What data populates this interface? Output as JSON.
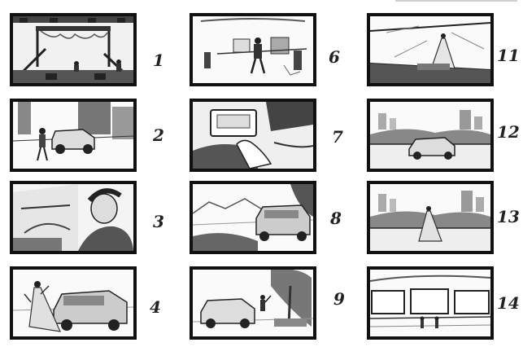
{
  "storyboard": {
    "panels": [
      {
        "id": "p1",
        "number": "1",
        "scene": "stage-show"
      },
      {
        "id": "p2",
        "number": "2",
        "scene": "man-walking-to-suv"
      },
      {
        "id": "p3",
        "number": "3",
        "scene": "driver-closeup"
      },
      {
        "id": "p4",
        "number": "4",
        "scene": "woman-in-gown-by-suv"
      },
      {
        "id": "p5",
        "number": "6",
        "scene": "man-walking-office"
      },
      {
        "id": "p6",
        "number": "7",
        "scene": "dashboard-closeup"
      },
      {
        "id": "p7",
        "number": "8",
        "scene": "suv-mountain-road"
      },
      {
        "id": "p8",
        "number": "9",
        "scene": "suv-park-tree"
      },
      {
        "id": "p9",
        "number": "11",
        "scene": "woman-in-glass-room"
      },
      {
        "id": "p10",
        "number": "12",
        "scene": "suv-city-skyline"
      },
      {
        "id": "p11",
        "number": "13",
        "scene": "woman-city-skyline"
      },
      {
        "id": "p12",
        "number": "14",
        "scene": "billboard-screens"
      }
    ]
  }
}
